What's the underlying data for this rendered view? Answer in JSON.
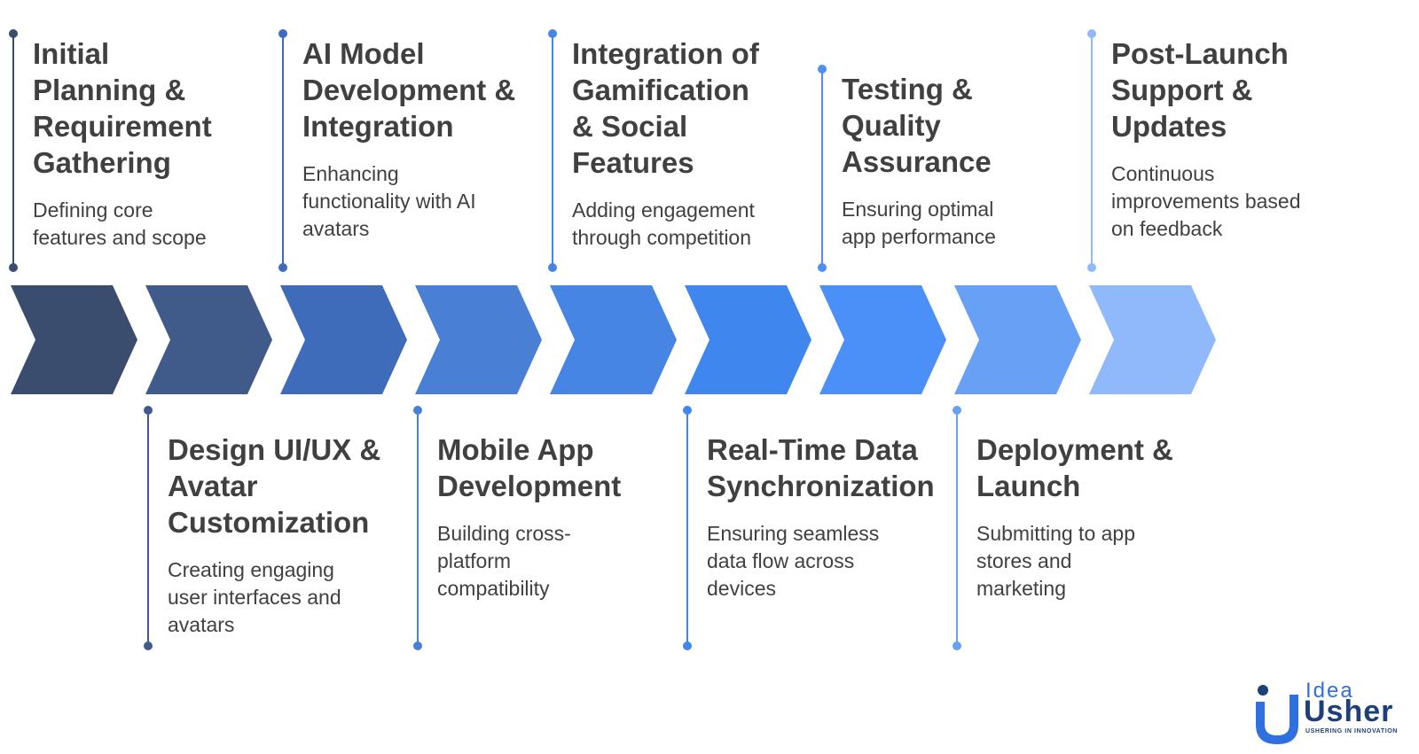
{
  "stages": [
    {
      "title_lines": [
        "Initial",
        "Planning &",
        "Requirement",
        "Gathering"
      ],
      "desc_lines": [
        "Defining core",
        "features and scope"
      ],
      "color": "#3b4d6e"
    },
    {
      "title_lines": [
        "Design UI/UX &",
        "Avatar",
        "Customization"
      ],
      "desc_lines": [
        "Creating engaging",
        "user interfaces and",
        "avatars"
      ],
      "color": "#405a8a"
    },
    {
      "title_lines": [
        "AI Model",
        "Development &",
        "Integration"
      ],
      "desc_lines": [
        "Enhancing",
        "functionality with AI",
        "avatars"
      ],
      "color": "#3f6cba"
    },
    {
      "title_lines": [
        "Mobile App",
        "Development"
      ],
      "desc_lines": [
        "Building cross-",
        "platform",
        "compatibility"
      ],
      "color": "#4a7fd6"
    },
    {
      "title_lines": [
        "Integration of",
        "Gamification",
        "& Social",
        "Features"
      ],
      "desc_lines": [
        "Adding engagement",
        "through competition"
      ],
      "color": "#4785e5"
    },
    {
      "title_lines": [
        "Real-Time Data",
        "Synchronization"
      ],
      "desc_lines": [
        "Ensuring seamless",
        "data flow across",
        "devices"
      ],
      "color": "#3f86ee"
    },
    {
      "title_lines": [
        "Testing &",
        "Quality",
        "Assurance"
      ],
      "desc_lines": [
        "Ensuring optimal",
        "app performance"
      ],
      "color": "#4b8ff8"
    },
    {
      "title_lines": [
        "Deployment &",
        "Launch"
      ],
      "desc_lines": [
        "Submitting to app",
        "stores and",
        "marketing"
      ],
      "color": "#68a0f5"
    },
    {
      "title_lines": [
        "Post-Launch",
        "Support &",
        "Updates"
      ],
      "desc_lines": [
        "Continuous",
        "improvements based",
        "on feedback"
      ],
      "color": "#8fb9fb"
    }
  ],
  "logo": {
    "word1": "Idea",
    "word2": "Usher",
    "tagline": "USHERING IN INNOVATION",
    "colors": {
      "primary": "#1d3f7a",
      "accent": "#2f6fe0"
    }
  }
}
